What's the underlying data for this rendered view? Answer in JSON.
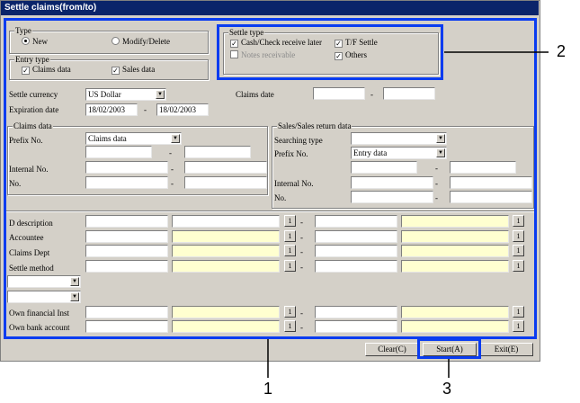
{
  "window": {
    "title": "Settle claims(from/to)"
  },
  "type_group": {
    "label": "Type",
    "new_label": "New",
    "modify_label": "Modify/Delete",
    "selected": "New"
  },
  "entry_type": {
    "label": "Entry type",
    "claims_label": "Claims data",
    "sales_label": "Sales data",
    "claims_checked": true,
    "sales_checked": true
  },
  "settle_type": {
    "label": "Settle type",
    "cash_label": "Cash/Check receive later",
    "tf_label": "T/F Settle",
    "notes_label": "Notes receivable",
    "others_label": "Others",
    "cash_checked": true,
    "tf_checked": true,
    "notes_checked": false,
    "others_checked": true
  },
  "settle_currency": {
    "label": "Settle currency",
    "value": "US Dollar"
  },
  "expiration_date": {
    "label": "Expiration date",
    "from": "18/02/2003",
    "to": "18/02/2003"
  },
  "claims_date": {
    "label": "Claims date",
    "from": "",
    "to": ""
  },
  "claims_data": {
    "label": "Claims data",
    "prefix_label": "Prefix No.",
    "prefix_value": "Claims data",
    "internal_label": "Internal No.",
    "no_label": "No."
  },
  "sales_data": {
    "label": "Sales/Sales return data",
    "searching_label": "Searching type",
    "searching_value": "",
    "prefix_label": "Prefix No.",
    "prefix_value": "Entry data",
    "internal_label": "Internal No.",
    "no_label": "No."
  },
  "rows": {
    "d_description": "D description",
    "accountee": "Accountee",
    "claims_dept": "Claims Dept",
    "settle_method": "Settle method",
    "own_financial": "Own financial Inst",
    "own_bank": "Own bank account"
  },
  "lookup_glyph": "1",
  "dash": "-",
  "buttons": {
    "clear": "Clear(C)",
    "start": "Start(A)",
    "exit": "Exit(E)"
  },
  "callouts": {
    "one": "1",
    "two": "2",
    "three": "3"
  },
  "colors": {
    "highlight": "#0a3cf0",
    "title_bar": "#0a246a",
    "lookup_field": "#ffffd0"
  }
}
